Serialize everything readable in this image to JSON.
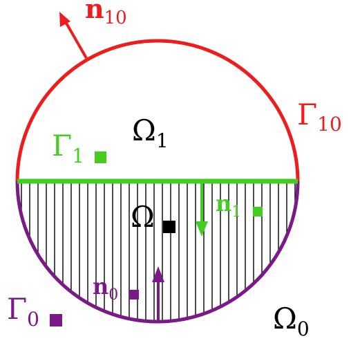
{
  "colors": {
    "outer_arc": "#ee1c1c",
    "interface": "#44cc22",
    "lower_arc": "#7a1a86",
    "hatch": "#000000",
    "region_text": "#000000"
  },
  "labels": {
    "n10": {
      "main": "n",
      "sub": "10"
    },
    "gamma10": {
      "main": "Γ",
      "sub": "10"
    },
    "gamma1": {
      "main": "Γ",
      "sub": "1"
    },
    "omega1": {
      "main": "Ω",
      "sub": "1"
    },
    "omega_hatched": {
      "main": "Ω"
    },
    "n1": {
      "main": "n",
      "sub": "1"
    },
    "n0": {
      "main": "n",
      "sub": "0"
    },
    "gamma0": {
      "main": "Γ",
      "sub": "0"
    },
    "omega0": {
      "main": "Ω",
      "sub": "0"
    }
  }
}
